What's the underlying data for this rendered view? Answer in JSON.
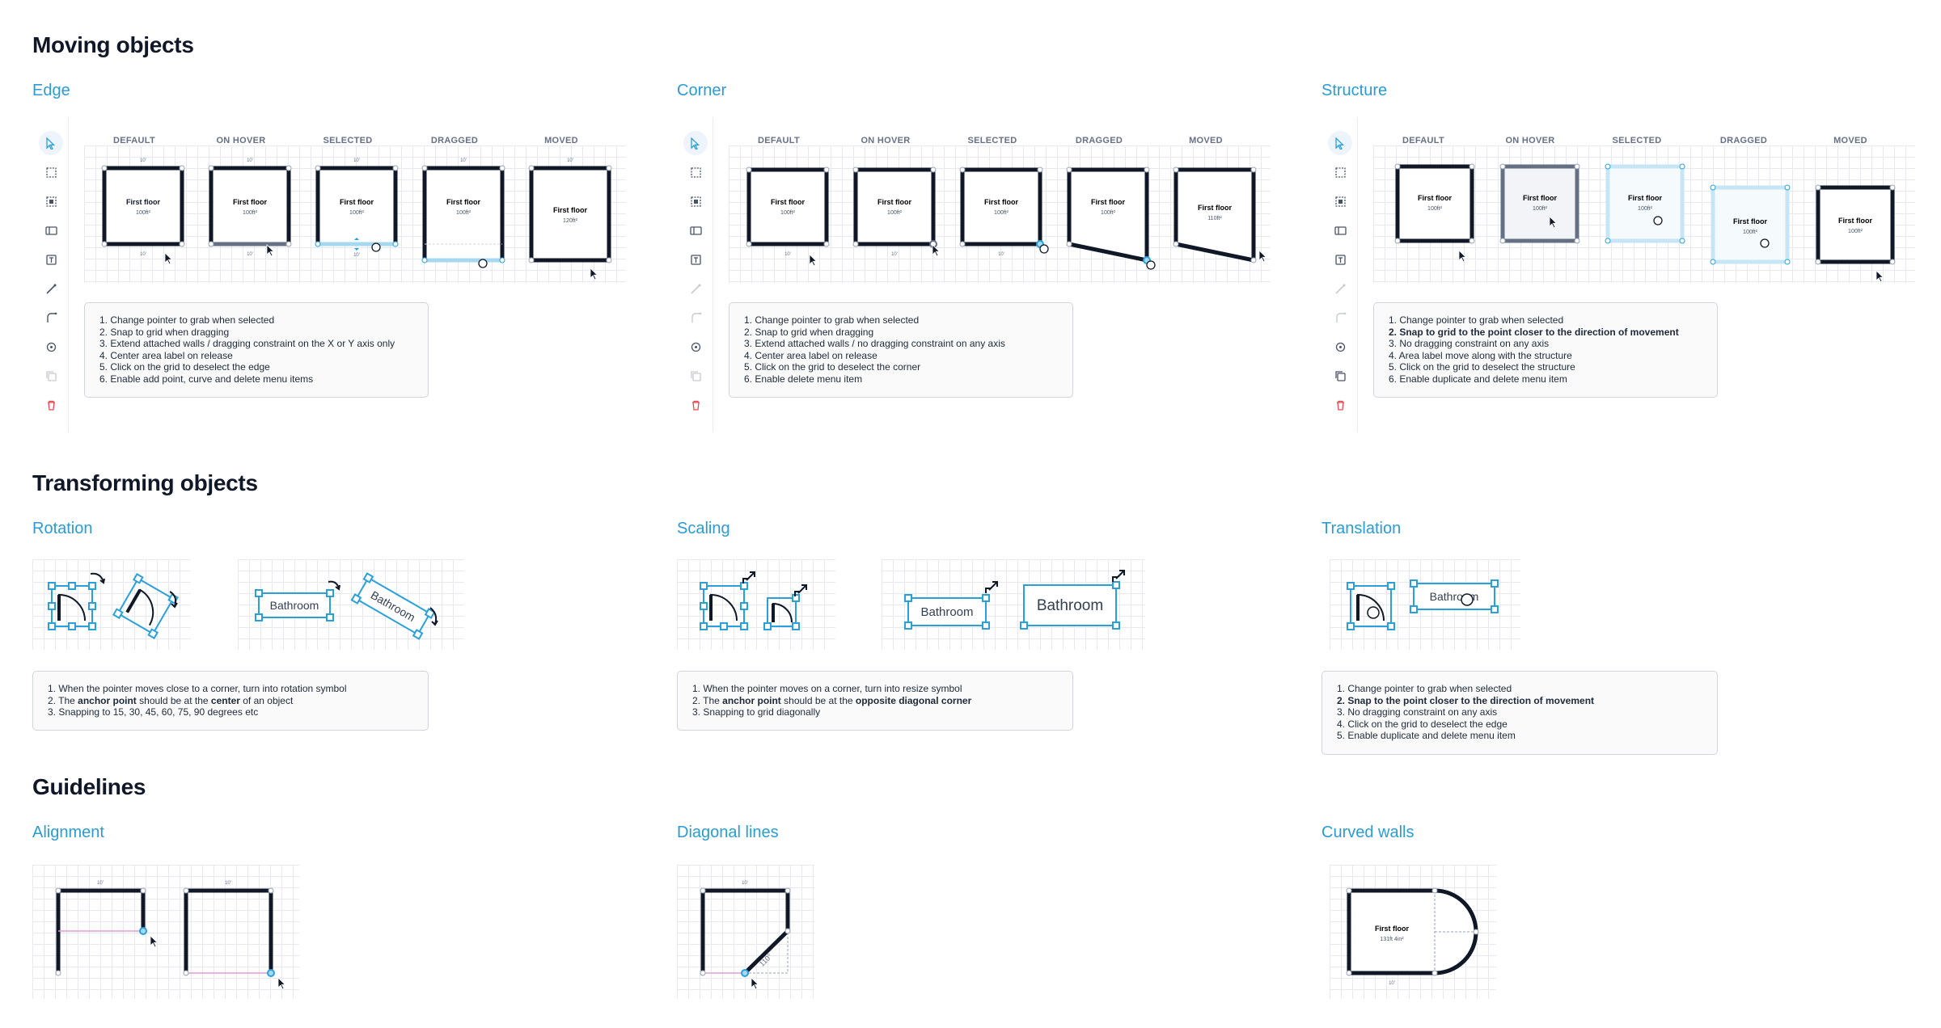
{
  "sections": {
    "moving": "Moving objects",
    "transforming": "Transforming objects",
    "guidelines": "Guidelines"
  },
  "panels": {
    "edge": "Edge",
    "corner": "Corner",
    "structure": "Structure",
    "rotation": "Rotation",
    "scaling": "Scaling",
    "translation": "Translation",
    "alignment": "Alignment",
    "diagonal": "Diagonal lines",
    "curved": "Curved walls"
  },
  "states": [
    "DEFAULT",
    "ON HOVER",
    "SELECTED",
    "DRAGGED",
    "MOVED"
  ],
  "room": {
    "name": "First floor",
    "area": "100ft²",
    "area_moved": "120ft²",
    "area_corner_moved": "110ft²",
    "area_curved": "131ft 4in²",
    "dim": "10'",
    "bathroom": "Bathroom"
  },
  "notes": {
    "edge": [
      "1. Change pointer to grab when selected",
      "2. Snap to grid when dragging",
      "3. Extend attached walls / dragging constraint on the X or Y axis only",
      "4. Center area label on release",
      "5. Click on the grid to deselect the edge",
      "6. Enable add point, curve and delete menu items"
    ],
    "corner": [
      "1. Change pointer to grab when selected",
      "2. Snap to grid when dragging",
      "3. Extend attached walls / no dragging constraint on any axis",
      "4. Center area label on release",
      "5. Click on the grid to deselect the corner",
      "6. Enable delete menu item"
    ],
    "structure": [
      "1. Change pointer to grab when selected",
      "2. Snap to grid to the point closer to the direction of movement",
      "3. No dragging constraint on any axis",
      "4. Area label move along with the structure",
      "5. Click on the grid to deselect the structure",
      "6. Enable duplicate and delete menu item"
    ],
    "rotation": {
      "l1": "1. When the pointer moves close to a corner, turn into rotation symbol",
      "l2a": "2. The ",
      "l2b": "anchor point",
      "l2c": " should be at the ",
      "l2d": "center",
      "l2e": " of an object",
      "l3": "3. Snapping to 15, 30, 45, 60, 75, 90 degrees etc"
    },
    "scaling": {
      "l1": "1. When the pointer moves on a corner, turn into resize symbol",
      "l2a": "2. The ",
      "l2b": "anchor point",
      "l2c": " should be at the ",
      "l2d": "opposite diagonal corner",
      "l3": "3. Snapping to grid diagonally"
    },
    "translation": [
      "1. Change pointer to grab when selected",
      "2. Snap to the point closer to the direction of movement",
      "3. No dragging constraint on any axis",
      "4. Click on the grid to deselect the edge",
      "5. Enable duplicate and delete menu item"
    ]
  },
  "angle_label": "110°",
  "colors": {
    "accent": "#2b9bd1",
    "wall": "#101828",
    "select": "#2ba0d8",
    "guide": "#e89bd7",
    "delete": "#e5484d"
  }
}
